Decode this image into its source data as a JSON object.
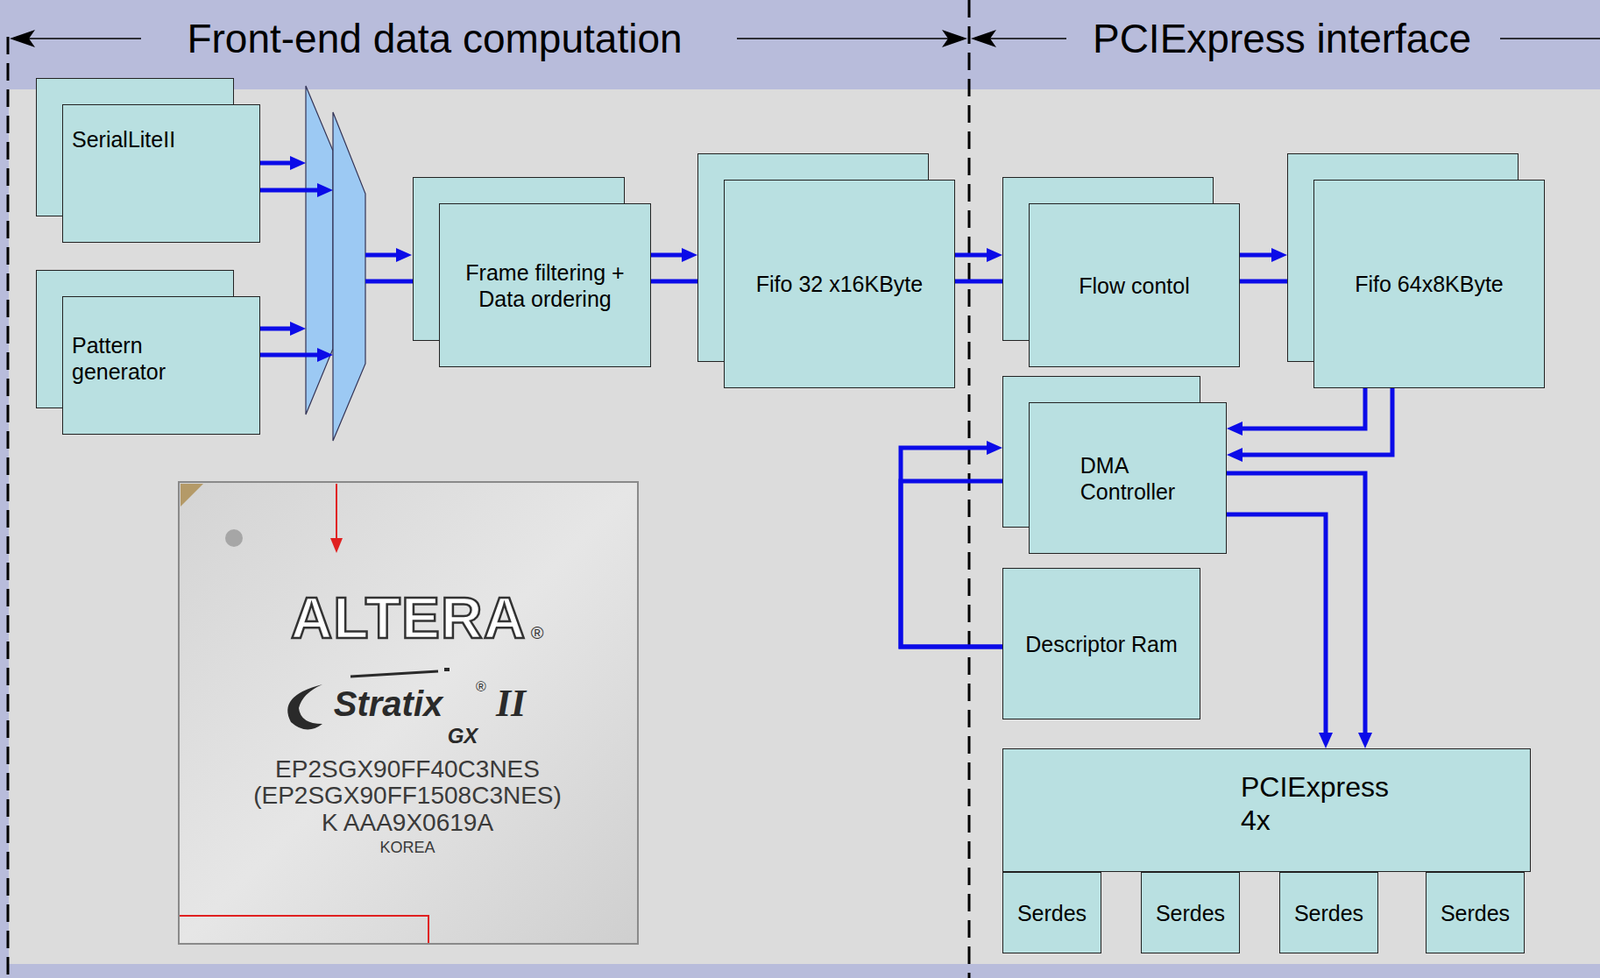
{
  "diagram": {
    "nodes": [
      {
        "text": [
          "SerialLiteII"
        ]
      },
      {
        "text": [
          "Pattern generator"
        ]
      },
      {
        "text": [
          "Frame filtering + Data ordering"
        ]
      },
      {
        "text": [
          "Fifo 32 x16KByte"
        ]
      },
      {
        "text": [
          "Flow contol"
        ]
      },
      {
        "text": [
          "Fifo 64x8KByte"
        ]
      },
      {
        "text": [
          "DMA Controller"
        ]
      },
      {
        "text": [
          "Descriptor Ram"
        ]
      },
      {
        "text": [
          "PCIExpress 4x"
        ]
      },
      {
        "text": [
          "Serdes"
        ]
      },
      {
        "text": [
          "Serdes"
        ]
      },
      {
        "text": [
          "Serdes"
        ]
      },
      {
        "text": [
          "Serdes"
        ]
      }
    ],
    "edges": [
      {
        "from": 2,
        "to": 3,
        "arrow": "to"
      },
      {
        "from": 2,
        "to": 3,
        "arrow": "to"
      },
      {
        "from": 3,
        "to": 4,
        "arrow": "to"
      },
      {
        "from": 3,
        "to": 4,
        "arrow": "to"
      },
      {
        "from": 4,
        "to": 5,
        "arrow": "to"
      },
      {
        "from": 4,
        "to": 5,
        "arrow": "to"
      },
      {
        "from": 5,
        "to": 6,
        "arrow": "to"
      },
      {
        "from": 5,
        "to": 6,
        "arrow": "to"
      },
      {
        "from": 7,
        "to": 6,
        "arrow": "to"
      },
      {
        "from": 7,
        "to": 6,
        "arrow": "to"
      },
      {
        "from": 6,
        "to": 8,
        "arrow": "to"
      },
      {
        "from": 6,
        "to": 8,
        "arrow": "to"
      }
    ],
    "labels": [
      "Front-end data computation",
      "PCIExpress interface",
      "ALTERA",
      "®",
      "Stratix",
      "®",
      "II",
      "GX",
      "EP2SGX90FF40C3NES",
      "(EP2SGX90FF1508C3NES)",
      "K AAA9X0619A",
      "KOREA"
    ]
  }
}
